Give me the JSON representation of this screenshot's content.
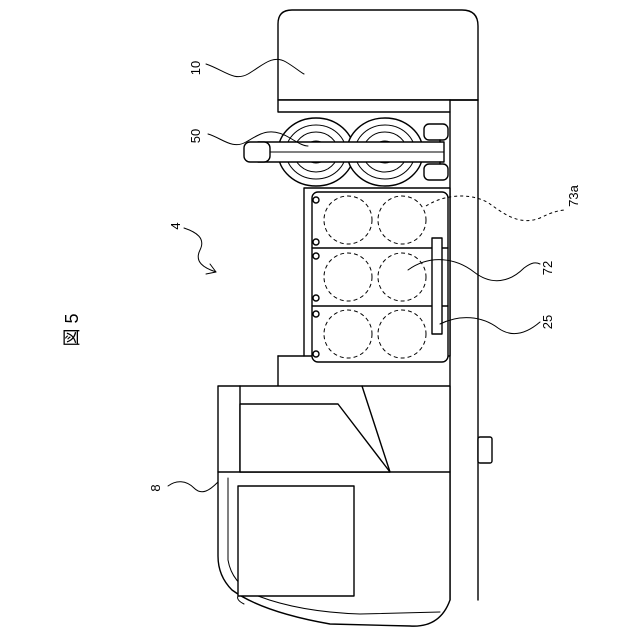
{
  "figure": {
    "title": "図 5"
  },
  "labels": {
    "ref_10": "10",
    "ref_50": "50",
    "ref_4": "4",
    "ref_73a": "73a",
    "ref_72": "72",
    "ref_25": "25",
    "ref_8": "8"
  }
}
